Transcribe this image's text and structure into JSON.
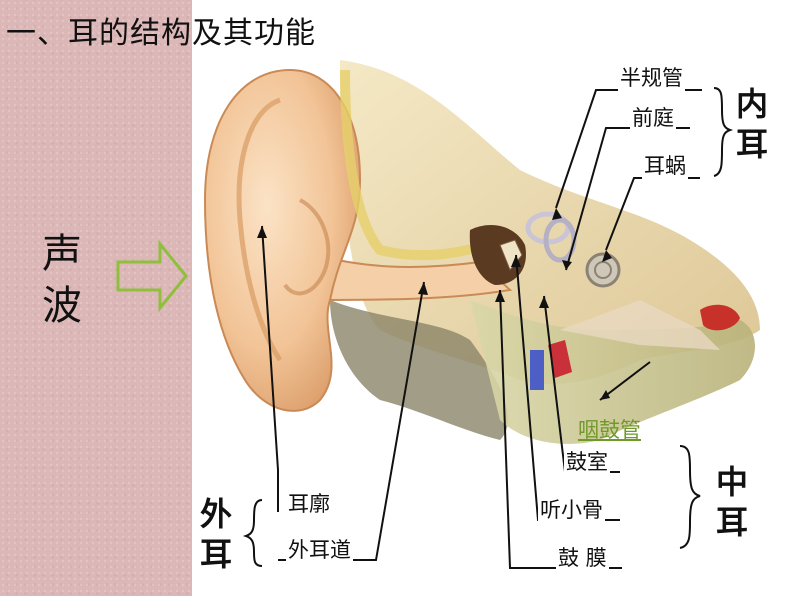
{
  "title": "一、耳的结构及其功能",
  "sound_wave": "声波",
  "labels": {
    "semicircular": "半规管",
    "vestibule": "前庭",
    "cochlea": "耳蜗",
    "inner_ear": "内耳",
    "eustachian": "咽鼓管",
    "tympanic_cavity": "鼓室",
    "ossicles": "听小骨",
    "eardrum": "鼓 膜",
    "middle_ear": "中耳",
    "auricle": "耳廓",
    "ear_canal": "外耳道",
    "outer_ear": "外耳"
  },
  "colors": {
    "strip": "#dcb7b7",
    "arrow": "#8fbf3c",
    "skin": "#f2c9a0",
    "bone": "#e8d6a0",
    "green_label": "#6f9a2a"
  }
}
